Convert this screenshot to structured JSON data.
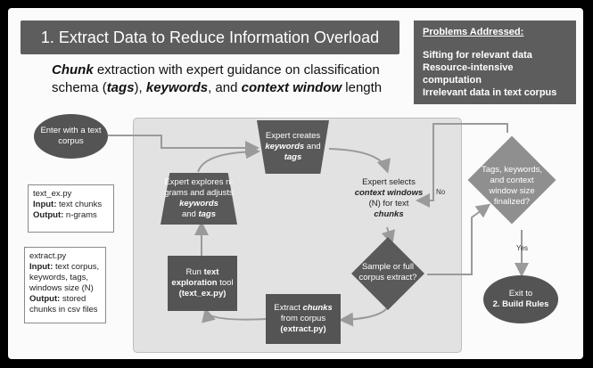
{
  "title": "1. Extract Data to Reduce Information Overload",
  "problems": {
    "heading": "Problems Addressed:",
    "items": [
      "Sifting for relevant data",
      "Resource-intensive computation",
      "Irrelevant data in text corpus"
    ]
  },
  "subtitle": {
    "p1": "Chunk",
    "p2": " extraction with expert guidance on classification schema (",
    "p3": "tags",
    "p4": "), ",
    "p5": "keywords",
    "p6": ", and ",
    "p7": "context window",
    "p8": " length"
  },
  "text_ex_box": {
    "name": "text_ex.py",
    "input_label": "Input:",
    "input_value": " text chunks",
    "output_label": "Output:",
    "output_value": " n-grams"
  },
  "extract_box": {
    "name": "extract.py",
    "input_label": "Input:",
    "input_value": " text corpus, keywords, tags, windows size (N)",
    "output_label": "Output:",
    "output_value": " stored chunks in csv files"
  },
  "nodes": {
    "enter": "Enter with a text corpus",
    "creates_1": "Expert creates",
    "creates_kw": "keywords",
    "creates_and": " and",
    "creates_tags": "tags",
    "explores_1": "Expert explores n-grams and adjusts ",
    "explores_kw": "keywords",
    "explores_and": "and ",
    "explores_tags": "tags",
    "selects_1": "Expert selects",
    "selects_cw": "context windows",
    "selects_2": "(N) for text",
    "selects_chunks": "chunks",
    "run_1": "Run ",
    "run_text": "text",
    "run_expl": "exploration",
    "run_2": " tool",
    "run_file": "(text_ex.py)",
    "extract_1": "Extract ",
    "extract_chunks": "chunks",
    "extract_2": "from corpus",
    "extract_file": "(extract.py)",
    "sample": "Sample or full corpus extract?",
    "finalized": "Tags, keywords, and context window size finalized?",
    "exit_1": "Exit to",
    "exit_2": "2. Build Rules"
  },
  "edge_labels": {
    "no": "No",
    "yes": "Yes"
  },
  "colors": {
    "dark_fill": "#545454",
    "panel": "#e2e2e2",
    "title_bar": "#5d5d5d",
    "arrow": "#9a9a9a"
  }
}
